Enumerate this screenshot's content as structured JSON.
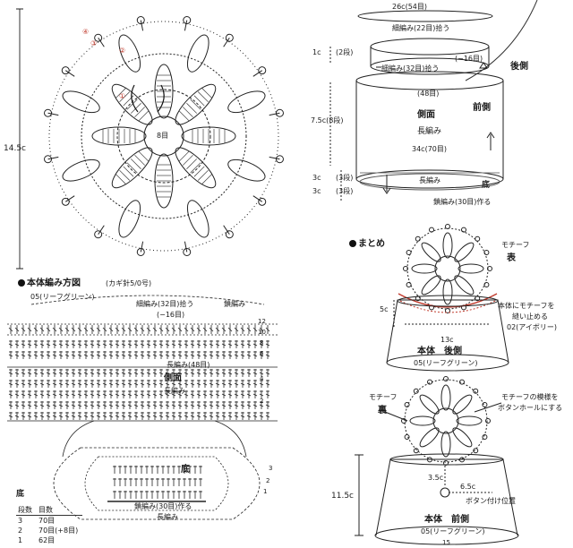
{
  "motif": {
    "height_label": "14.5c",
    "center_label": "8目",
    "round_markers": [
      "④",
      "③",
      "②",
      "①"
    ]
  },
  "side_diagram": {
    "top_width": "26c(54目)",
    "top_pickup": "細編み(22目)拾う",
    "top_decrease": "(−16目)",
    "h1": "1c",
    "h1_rows": "(2段)",
    "pickup32": "細編み(32目)拾う",
    "back": "後側",
    "stitches48": "(48目)",
    "h2": "7.5c(8段)",
    "side": "側面",
    "front": "前側",
    "long_stitch": "長編み",
    "width34": "34c(70目)",
    "h3a": "3c",
    "h3a_rows": "(3段)",
    "h3b": "3c",
    "h3b_rows": "(3段)",
    "bottom": "底",
    "bottom_long": "長編み",
    "chain_start": "鎖編み(30目)作る"
  },
  "body_chart": {
    "heading": "本体編み方図",
    "needle": "(カギ針5/0号)",
    "yarn": "05(リーフグリーン)",
    "pickup32": "細編み(32目)拾う",
    "decrease16": "(−16目)",
    "chain_right": "鎖編み",
    "long48": "長編み(48目)",
    "side": "側面",
    "side_long": "長編み",
    "bottom": "底",
    "chain30": "鎖編み(30目)作る",
    "bottom_long": "長編み",
    "row_numbers_right": [
      "12",
      "10",
      "8",
      "6",
      "4",
      "2"
    ],
    "bottom_rows": [
      "3",
      "2",
      "1"
    ]
  },
  "bottom_table": {
    "title": "底",
    "headers": [
      "段数",
      "目数"
    ],
    "rows": [
      [
        "3",
        "70目"
      ],
      [
        "2",
        "70目(+8目)"
      ],
      [
        "1",
        "62目"
      ]
    ]
  },
  "assembly": {
    "heading": "まとめ",
    "motif_front": "モチーフ",
    "front_label": "表",
    "h5": "5c",
    "sew_note": "本体にモチーフを",
    "sew_note2": "縫い止める",
    "yarn02": "02(アイボリー)",
    "w13": "13c",
    "body_back": "本体　後側",
    "yarn05": "05(リーフグリーン)",
    "motif_back": "モチーフ",
    "back_label": "裏",
    "button_note": "モチーフの模様を",
    "button_note2": "ボタンホールにする",
    "h35": "3.5c",
    "h115": "11.5c",
    "d65": "6.5c",
    "button_pos": "ボタン付け位置",
    "body_front": "本体　前側",
    "yarn05b": "05(リーフグリーン)",
    "w15": "15"
  }
}
